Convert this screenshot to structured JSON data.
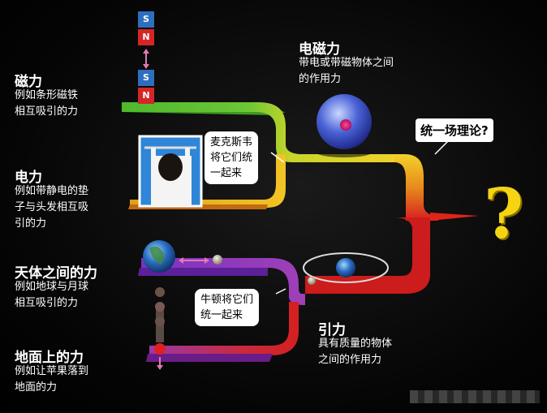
{
  "magnetism": {
    "title": "磁力",
    "desc": "例如条形磁铁\n相互吸引的力"
  },
  "electricity": {
    "title": "电力",
    "desc": "例如带静电的垫\n子与头发相互吸\n引的力"
  },
  "celestial": {
    "title": "天体之间的力",
    "desc": "例如地球与月球\n相互吸引的力"
  },
  "ground": {
    "title": "地面上的力",
    "desc": "例如让苹果落到\n地面的力"
  },
  "electromagnetism": {
    "title": "电磁力",
    "desc": "带电或带磁物体之间\n的作用力"
  },
  "gravity": {
    "title": "引力",
    "desc": "具有质量的物体\n之间的作用力"
  },
  "maxwell_note": "麦克斯韦\n将它们统\n一起来",
  "newton_note": "牛顿将它们\n统一起来",
  "unified_label": "统一场理论?",
  "question_mark": "?",
  "magnet_labels": {
    "s": "S",
    "n": "N"
  },
  "colors": {
    "green": "#5bc236",
    "yellow": "#f2d22a",
    "orange": "#f0a020",
    "red": "#d42020",
    "purple": "#8a3cc8",
    "question": "#f5d414"
  }
}
